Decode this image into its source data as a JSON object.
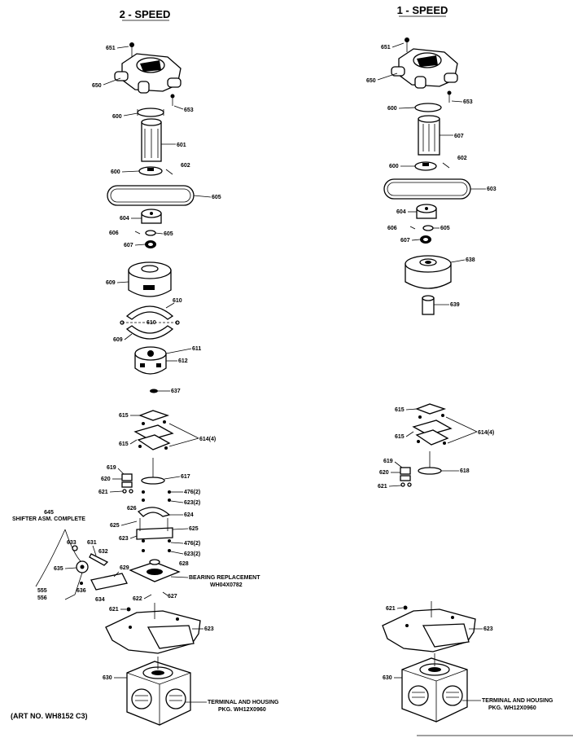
{
  "titles": {
    "left": "2 - SPEED",
    "right": "1 - SPEED"
  },
  "left_labels": {
    "p651": "651",
    "p650": "650",
    "p653": "653",
    "p600a": "600",
    "p601": "601",
    "p600b": "600",
    "p602": "602",
    "p605": "605",
    "p604": "604",
    "p606": "606",
    "p605b": "605",
    "p607": "607",
    "p609": "609",
    "p610a": "610",
    "p610b": "610",
    "p609b": "609",
    "p611": "611",
    "p612": "612",
    "p637": "637",
    "p615": "615",
    "p615b": "615",
    "p614": "614(4)",
    "p617": "617",
    "p619": "619",
    "p620": "620",
    "p621": "621",
    "p476a": "476(2)",
    "p623a": "623(2)",
    "p626": "626",
    "p625a": "625",
    "p624": "624",
    "p625b": "625",
    "p476b": "476(2)",
    "p623b": "623(2)",
    "p628": "628",
    "p633": "633",
    "p631": "631",
    "p632": "632",
    "p635": "635",
    "p629": "629",
    "p636": "636",
    "p634": "634",
    "p555": "555",
    "p556": "556",
    "p622": "622",
    "p627": "627",
    "p621b": "621",
    "p623": "623",
    "p630": "630",
    "p645": "645"
  },
  "right_labels": {
    "p651": "651",
    "p650": "650",
    "p653": "653",
    "p600a": "600",
    "p607": "607",
    "p600b": "600",
    "p602": "602",
    "p603": "603",
    "p604": "604",
    "p606": "606",
    "p605": "605",
    "p607b": "607",
    "p638": "638",
    "p639": "639",
    "p615": "615",
    "p615b": "615",
    "p614": "614(4)",
    "p619": "619",
    "p620": "620",
    "p618": "618",
    "p621": "621",
    "p621b": "621",
    "p623": "623",
    "p630": "630"
  },
  "notes": {
    "shifter_number": "645",
    "shifter_name": "SHIFTER ASM. COMPLETE",
    "bearing_line1": "BEARING REPLACEMENT",
    "bearing_line2": "WH04X0782",
    "terminal_left_1": "TERMINAL AND HOUSING",
    "terminal_left_2": "PKG. WH12X0960",
    "terminal_right_1": "TERMINAL AND HOUSING",
    "terminal_right_2": "PKG. WH12X0960",
    "art_no": "(ART NO. WH8152 C3)"
  },
  "icons": {
    "pump": "pump-housing-icon",
    "clamp": "hose-clamp-icon",
    "hose": "pump-hose-icon",
    "belt": "drive-belt-icon",
    "pulley": "pulley-icon",
    "drum": "clutch-drum-icon",
    "shoes": "brake-shoes-icon",
    "motor": "motor-icon",
    "bracket": "mounting-bracket-icon"
  }
}
